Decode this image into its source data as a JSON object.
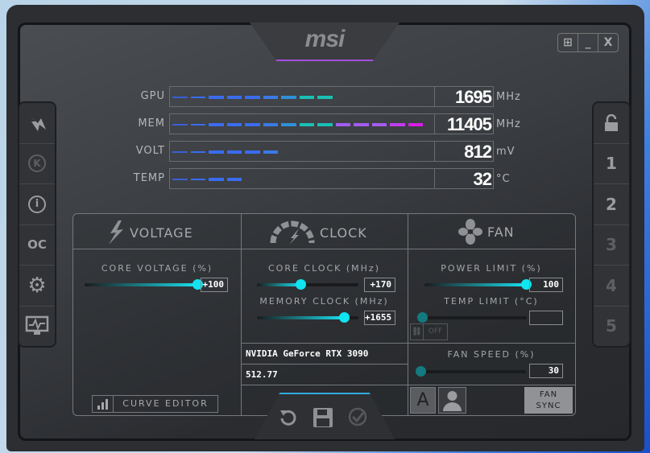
{
  "app": {
    "logo": "msi"
  },
  "window_controls": {
    "windows": "⊞",
    "minimize": "_",
    "close": "X"
  },
  "left_sidebar": [
    {
      "icon": "afterburner-icon"
    },
    {
      "icon": "kombustor-icon",
      "label": "K"
    },
    {
      "icon": "info-icon",
      "label": "i"
    },
    {
      "icon": "oc-scanner-icon",
      "label": "OC"
    },
    {
      "icon": "settings-icon",
      "label": "⚙"
    },
    {
      "icon": "monitor-icon"
    }
  ],
  "right_sidebar": {
    "lock": "🔓",
    "profiles": [
      "1",
      "2",
      "3",
      "4",
      "5"
    ]
  },
  "monitor": [
    {
      "label": "GPU",
      "value": "1695",
      "unit": "MHz",
      "fill": 0.67
    },
    {
      "label": "MEM",
      "value": "11405",
      "unit": "MHz",
      "fill": 1.0
    },
    {
      "label": "VOLT",
      "value": "812",
      "unit": "mV",
      "fill": 0.41
    },
    {
      "label": "TEMP",
      "value": "32",
      "unit": "°C",
      "fill": 0.32
    }
  ],
  "voltage": {
    "title": "VOLTAGE",
    "core_voltage_label": "CORE VOLTAGE  (%)",
    "core_voltage_value": "+100",
    "core_voltage_level": 1.0,
    "curve_editor": "CURVE EDITOR"
  },
  "clock": {
    "title": "CLOCK",
    "core_clock_label": "CORE CLOCK (MHz)",
    "core_clock_value": "+170",
    "core_clock_level": 0.43,
    "memory_clock_label": "MEMORY CLOCK (MHz)",
    "memory_clock_value": "+1655",
    "memory_clock_level": 0.86,
    "gpu_name": "NVIDIA GeForce RTX 3090",
    "driver": "512.77"
  },
  "fan": {
    "title": "FAN",
    "power_limit_label": "POWER LIMIT (%)",
    "power_limit_value": "100",
    "power_limit_level": 1.0,
    "temp_limit_label": "TEMP LIMIT (°C)",
    "temp_limit_value": "",
    "temp_limit_level": 0,
    "link_off": "OFF",
    "fan_speed_label": "FAN SPEED (%)",
    "fan_speed_value": "30",
    "fan_speed_level": 0,
    "auto": "A",
    "fan_sync_1": "FAN",
    "fan_sync_2": "SYNC"
  },
  "colors": {
    "accent": "#10e4f0",
    "bar_blue": "#3a6cf0",
    "bar_teal": "#19c0b0",
    "bar_purple": "#a45cf0",
    "bar_magenta": "#d81ee8"
  }
}
